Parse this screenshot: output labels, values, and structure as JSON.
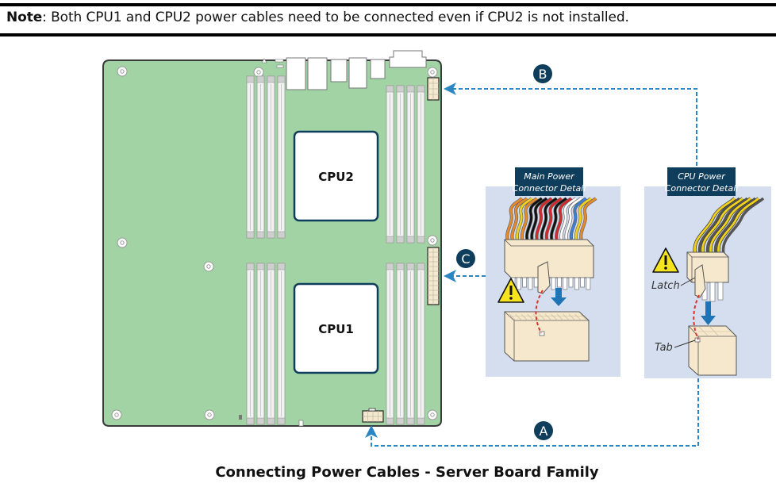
{
  "note": {
    "label": "Note",
    "text": ": Both CPU1 and CPU2 power cables need to be connected even if CPU2 is not installed."
  },
  "board": {
    "cpu2_label": "CPU2",
    "cpu1_label": "CPU1"
  },
  "callouts": {
    "a": "A",
    "b": "B",
    "c": "C"
  },
  "details": {
    "main": {
      "title_line1": "Main Power",
      "title_line2": "Connector Detail"
    },
    "cpu": {
      "title_line1": "CPU Power",
      "title_line2": "Connector Detail",
      "latch_label": "Latch",
      "tab_label": "Tab"
    }
  },
  "caption": "Connecting Power Cables -  Server Board Family",
  "colors": {
    "board_green": "#a2d3a4",
    "dark_navy": "#0f3d5c",
    "arrow_blue": "#2a86c3",
    "panel_blue": "#d4deee",
    "connector_cream": "#f6e8cd",
    "warning_yellow": "#f5e41e"
  }
}
